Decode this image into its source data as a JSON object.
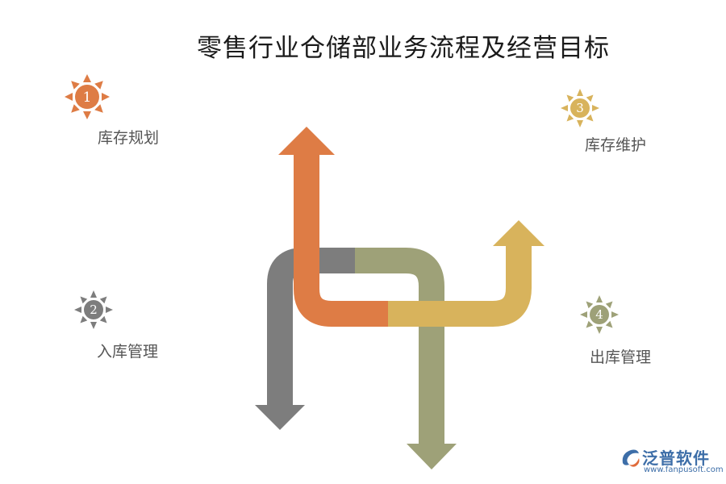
{
  "title": "零售行业仓储部业务流程及经营目标",
  "colors": {
    "orange": "#de7c45",
    "gray": "#7d7d7d",
    "gold": "#d8b35c",
    "olive": "#9ea178",
    "text": "#555555"
  },
  "steps": [
    {
      "number": "1",
      "label": "库存规划",
      "color": "#de7c45"
    },
    {
      "number": "2",
      "label": "入库管理",
      "color": "#7d7d7d"
    },
    {
      "number": "3",
      "label": "库存维护",
      "color": "#d8b35c"
    },
    {
      "number": "4",
      "label": "出库管理",
      "color": "#9ea178"
    }
  ],
  "logo": {
    "name": "泛普软件",
    "url": "www.fanpusoft.com"
  }
}
